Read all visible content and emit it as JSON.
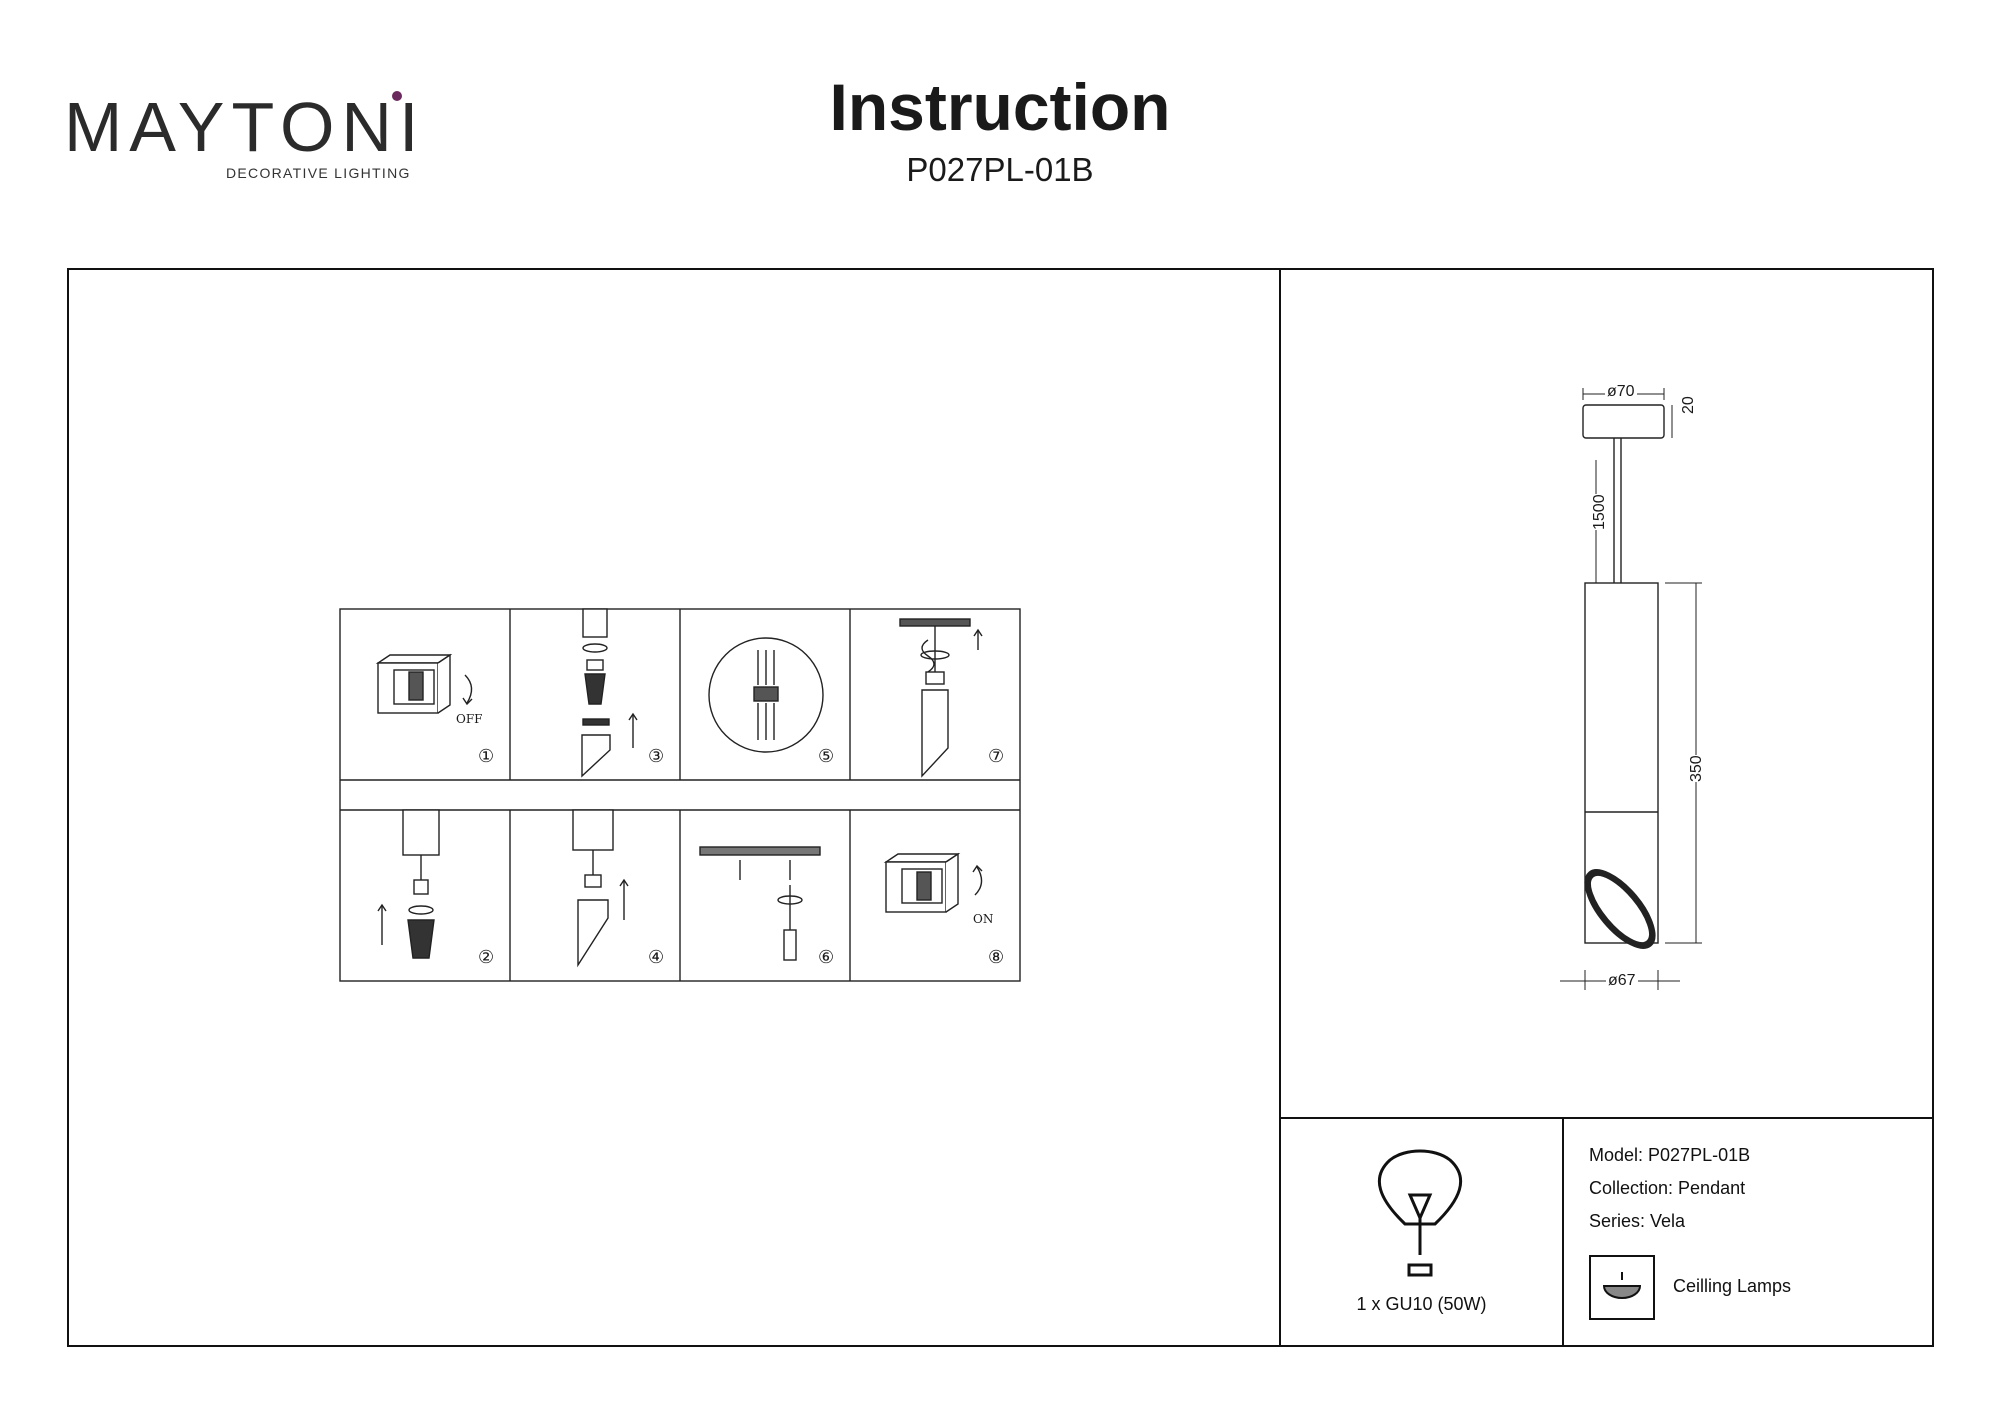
{
  "brand": {
    "name": "MAYTONI",
    "tagline": "DECORATIVE LIGHTING"
  },
  "header": {
    "title": "Instruction",
    "model_code": "P027PL-01B"
  },
  "steps": [
    {
      "num": "①",
      "caption": "OFF"
    },
    {
      "num": "③"
    },
    {
      "num": "⑤"
    },
    {
      "num": "⑦"
    },
    {
      "num": "②"
    },
    {
      "num": "④"
    },
    {
      "num": "⑥"
    },
    {
      "num": "⑧",
      "caption": "ON"
    }
  ],
  "dimensions": {
    "canopy_diameter": "ø70",
    "canopy_height": "20",
    "cable_length": "1500",
    "body_length": "350",
    "body_diameter": "ø67"
  },
  "lamp": {
    "spec": "1 x GU10 (50W)"
  },
  "info": {
    "model": "Model: P027PL-01B",
    "collection": "Collection: Pendant",
    "series": "Series: Vela",
    "category": "Ceilling Lamps"
  }
}
